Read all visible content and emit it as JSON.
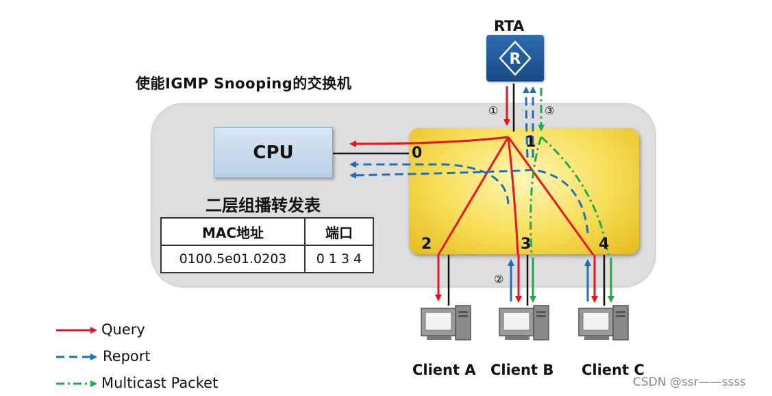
{
  "title": "使能IGMP Snooping的交换机",
  "router": {
    "label": "RTA",
    "icon": "router-r-icon"
  },
  "cpu": {
    "label": "CPU"
  },
  "table": {
    "title": "二层组播转发表",
    "headers": [
      "MAC地址",
      "端口"
    ],
    "rows": [
      [
        "0100.5e01.0203",
        "0 1 3 4"
      ]
    ]
  },
  "ports": [
    "0",
    "1",
    "2",
    "3",
    "4"
  ],
  "steps": [
    "①",
    "②",
    "③"
  ],
  "clients": [
    "Client A",
    "Client B",
    "Client C"
  ],
  "legend": [
    {
      "label": "Query",
      "color": "#e8141b",
      "style": "solid"
    },
    {
      "label": "Report",
      "color": "#1f6fb6",
      "style": "dashed"
    },
    {
      "label": "Multicast Packet",
      "color": "#20a84a",
      "style": "dash-dot"
    }
  ],
  "watermark": "CSDN @ssr——ssss"
}
